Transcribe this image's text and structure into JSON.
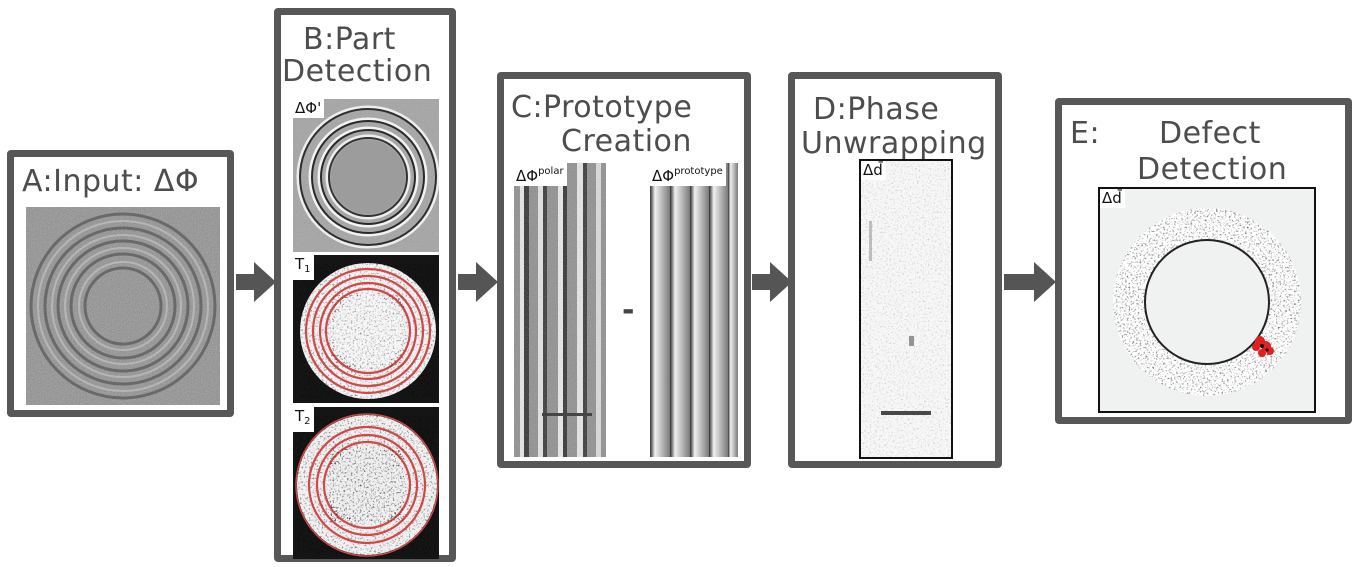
{
  "panels": {
    "a": {
      "title": "A:Input: ΔΦ"
    },
    "b": {
      "title_line1": "B:Part",
      "title_line2": "Detection",
      "label_phase": "ΔΦ'",
      "label_t1_base": "T",
      "label_t1_sub": "1",
      "label_t2_base": "T",
      "label_t2_sub": "2"
    },
    "c": {
      "title_line1": "C:Prototype",
      "title_line2": "Creation",
      "label_polar_base": "ΔΦ",
      "label_polar_sup": "polar",
      "operator": "-",
      "label_proto_base": "ΔΦ",
      "label_proto_sup": "prototype"
    },
    "d": {
      "title_line1": "D:Phase",
      "title_line2": "Unwrapping",
      "label": "Δd̄"
    },
    "e": {
      "title_line1": "E:",
      "title_line2": "Defect",
      "title_line3": "Detection",
      "label": "Δd̄"
    }
  },
  "colors": {
    "frame": "#575757",
    "arrow": "#555555",
    "ring_highlight": "#d04848",
    "defect": "#e02020"
  }
}
